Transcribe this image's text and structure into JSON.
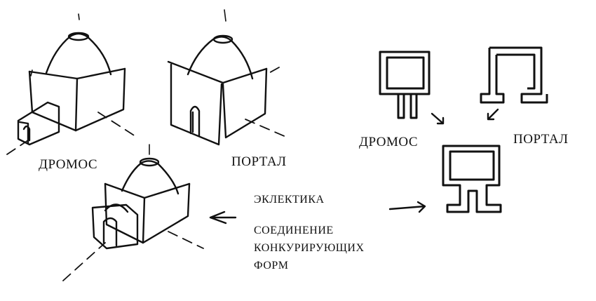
{
  "labels": {
    "dromos_left": "ДРОМОС",
    "portal_left": "ПОРТАЛ",
    "dromos_right": "ДРОМОС",
    "portal_right": "ПОРТАЛ",
    "eclectic": "ЭКЛЕКТИКА",
    "combination_lines": [
      "СОЕДИНЕНИЕ",
      "КОНКУРИРУЮЩИХ",
      "ФОРМ"
    ]
  },
  "colors": {
    "ink": "#111111",
    "paper": "#ffffff"
  }
}
